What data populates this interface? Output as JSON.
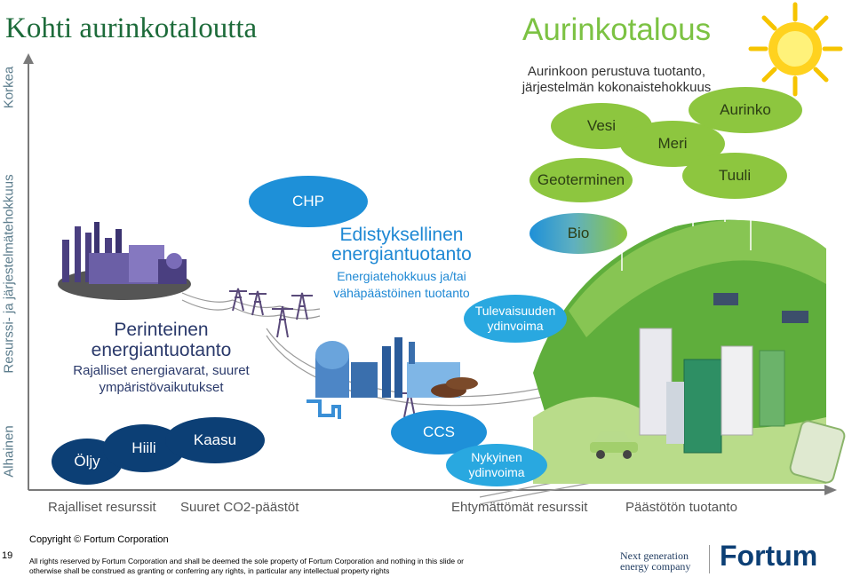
{
  "title": "Kohti aurinkotaloutta",
  "heading": "Aurinkotalous",
  "subheading": "Aurinkoon perustuva tuotanto, järjestelmän kokonaistehokkuus",
  "y_axis": {
    "top": "Korkea",
    "middle": "Resurssi- ja järjestelmätehokkuus",
    "bottom": "Alhainen"
  },
  "x_axis_labels": [
    "Rajalliset resurssit",
    "Suuret CO2-päästöt",
    "Ehtymättömät resurssit",
    "Päästötön tuotanto"
  ],
  "traditional": {
    "title": "Perinteinen energiantuotanto",
    "subtitle": "Rajalliset energiavarat, suuret ympäristövaikutukset"
  },
  "advanced": {
    "title": "Edistyksellinen energiantuotanto",
    "subtitle": "Energiatehokkuus ja/tai vähäpäästöinen tuotanto"
  },
  "bubbles": {
    "oljy": "Öljy",
    "hiili": "Hiili",
    "kaasu": "Kaasu",
    "chp": "CHP",
    "ccs": "CCS",
    "nykyinen": "Nykyinen ydinvoima",
    "tuleva": "Tulevaisuuden ydinvoima",
    "bio": "Bio",
    "geoterminen": "Geoterminen",
    "vesi": "Vesi",
    "meri": "Meri",
    "aurinko": "Aurinko",
    "tuuli": "Tuuli"
  },
  "footer": {
    "copyright": "Copyright © Fortum Corporation",
    "rights": "All rights reserved by Fortum Corporation and shall be deemed the sole property of Fortum Corporation and nothing in this slide or otherwise shall be construed as granting or conferring any rights, in particular any intellectual property rights",
    "page": "19",
    "tagline": "Next generation energy company",
    "logo": "Fortum"
  },
  "colors": {
    "green": "#8dc63f",
    "blue": "#1e90d8",
    "navy": "#0c3f75",
    "cyan": "#29a8e0",
    "title": "#1d6b3a"
  }
}
